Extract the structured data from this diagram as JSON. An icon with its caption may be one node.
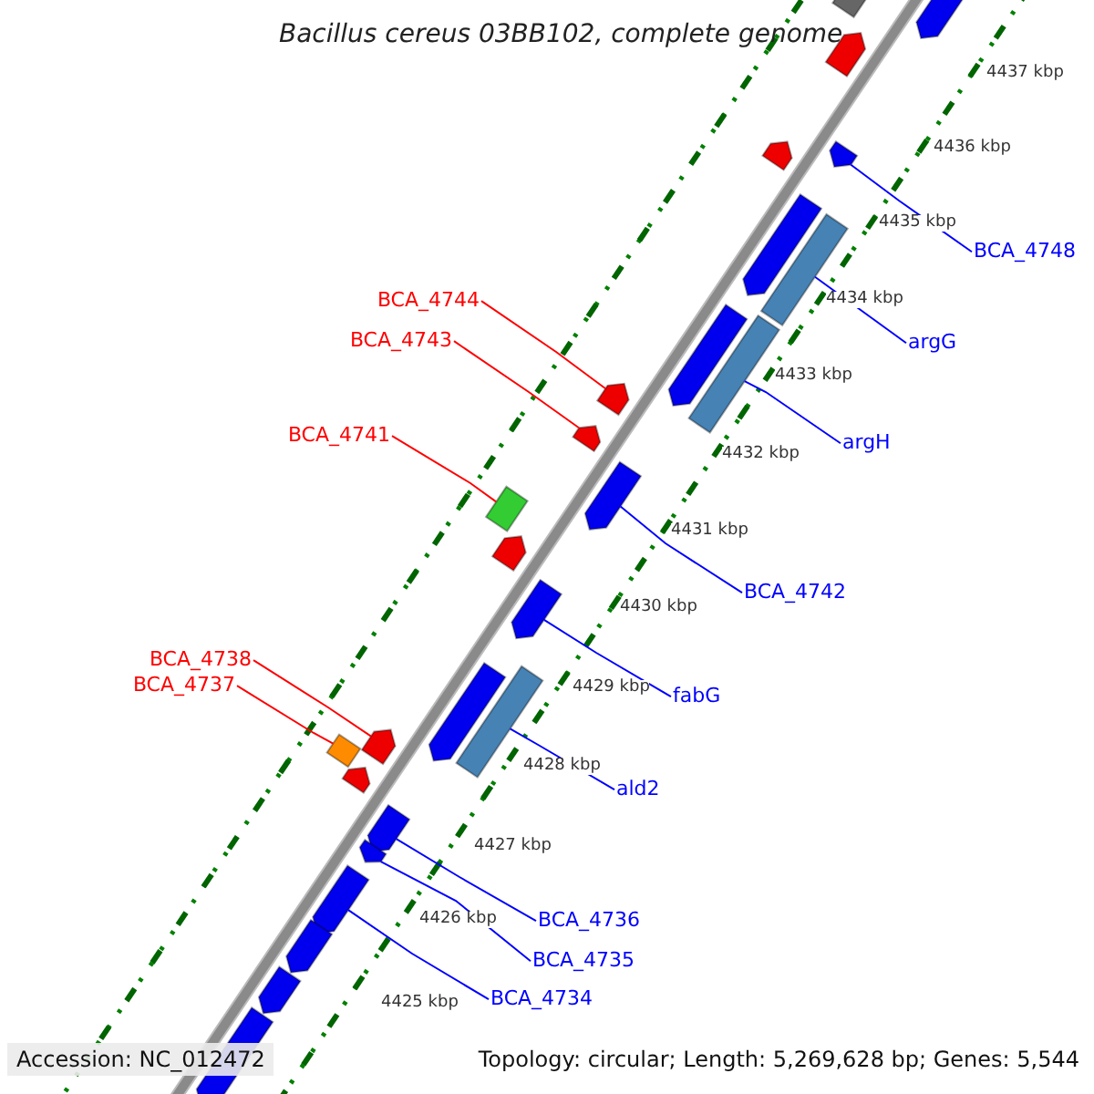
{
  "diagram": {
    "title": "Bacillus cereus 03BB102, complete genome",
    "nodes": [
      {
        "text": [
          "BCA_4748"
        ]
      },
      {
        "text": [
          "BCA_4744"
        ]
      },
      {
        "text": [
          "argG"
        ]
      },
      {
        "text": [
          "BCA_4743"
        ]
      },
      {
        "text": [
          "argH"
        ]
      },
      {
        "text": [
          "BCA_4741"
        ]
      },
      {
        "text": [
          "BCA_4742"
        ]
      },
      {
        "text": [
          "BCA_4738"
        ]
      },
      {
        "text": [
          "BCA_4737"
        ]
      },
      {
        "text": [
          "fabG"
        ]
      },
      {
        "text": [
          "ald2"
        ]
      },
      {
        "text": [
          "BCA_4736"
        ]
      },
      {
        "text": [
          "BCA_4735"
        ]
      },
      {
        "text": [
          "BCA_4734"
        ]
      },
      {
        "text": [],
        "shape": "arrow"
      },
      {
        "text": [],
        "shape": "arrow"
      },
      {
        "text": [],
        "shape": "box"
      },
      {
        "text": [],
        "shape": "arrow"
      },
      {
        "text": [],
        "shape": "box"
      },
      {
        "text": [],
        "shape": "box"
      },
      {
        "text": [],
        "shape": "arrow"
      },
      {
        "text": [],
        "shape": "arrow"
      },
      {
        "text": [],
        "shape": "box"
      },
      {
        "text": [],
        "shape": "arrow"
      },
      {
        "text": [],
        "shape": "box"
      },
      {
        "text": [],
        "shape": "arrow"
      },
      {
        "text": [],
        "shape": "arrow"
      },
      {
        "text": [],
        "shape": "arrow"
      },
      {
        "text": [],
        "shape": "arrow"
      },
      {
        "text": [],
        "shape": "box"
      },
      {
        "text": [],
        "shape": "arrow"
      },
      {
        "text": [],
        "shape": "arrow"
      },
      {
        "text": [],
        "shape": "arrow"
      },
      {
        "text": [],
        "shape": "arrow"
      },
      {
        "text": [],
        "shape": "arrow"
      },
      {
        "text": [],
        "shape": "arrow"
      },
      {
        "text": [],
        "shape": "arrow"
      },
      {
        "text": [],
        "shape": "arrow"
      },
      {
        "text": [],
        "shape": "arrow"
      },
      {
        "text": [],
        "shape": "arrow"
      }
    ],
    "edges": [
      {
        "from": 0,
        "to": 14,
        "arrow": "none"
      },
      {
        "from": 1,
        "to": 15,
        "arrow": "none",
        "color": "#ff0000"
      },
      {
        "from": 2,
        "to": 16,
        "arrow": "none"
      },
      {
        "from": 3,
        "to": 17,
        "arrow": "none",
        "color": "#ff0000"
      },
      {
        "from": 4,
        "to": 18,
        "arrow": "none"
      },
      {
        "from": 5,
        "to": 19,
        "arrow": "none",
        "color": "#ff0000"
      },
      {
        "from": 6,
        "to": 20,
        "arrow": "none"
      },
      {
        "from": 7,
        "to": 21,
        "arrow": "none",
        "color": "#ff0000"
      },
      {
        "from": 8,
        "to": 22,
        "arrow": "none",
        "color": "#ff0000"
      },
      {
        "from": 9,
        "to": 23,
        "arrow": "none"
      },
      {
        "from": 10,
        "to": 24,
        "arrow": "none"
      },
      {
        "from": 11,
        "to": 25,
        "arrow": "none"
      },
      {
        "from": 12,
        "to": 26,
        "arrow": "none"
      },
      {
        "from": 13,
        "to": 27,
        "arrow": "none"
      }
    ],
    "labels": [
      "4437 kbp",
      "4436 kbp",
      "4435 kbp",
      "4434 kbp",
      "4433 kbp",
      "4432 kbp",
      "4431 kbp",
      "4430 kbp",
      "4429 kbp",
      "4428 kbp",
      "4427 kbp",
      "4426 kbp",
      "4425 kbp",
      "Accession: NC_012472",
      "Topology: circular; Length: 5,269,628 bp; Genes: 5,544"
    ]
  }
}
